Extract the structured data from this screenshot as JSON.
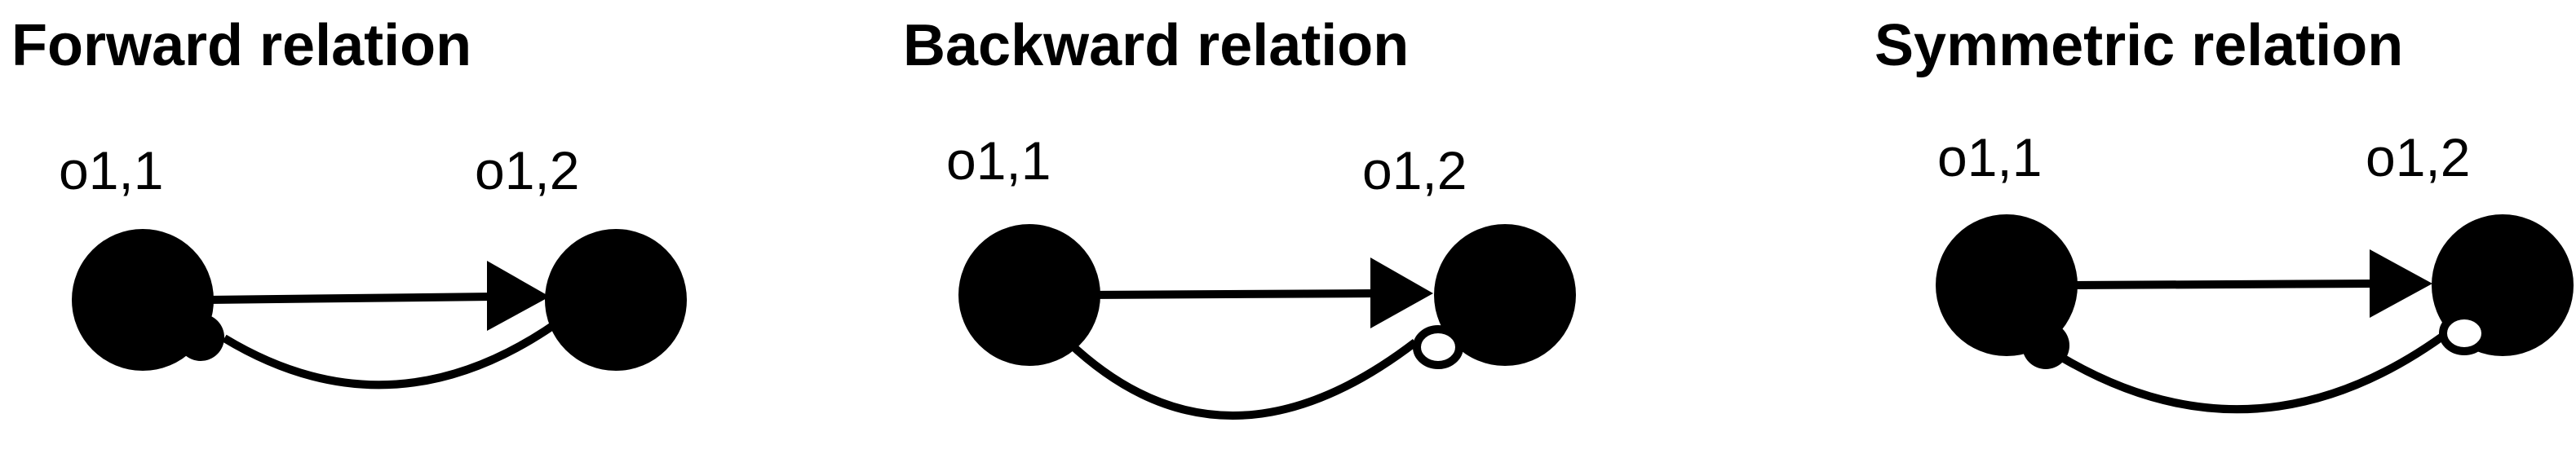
{
  "panels": [
    {
      "title": "Forward relation",
      "source_label": "o1,1",
      "target_label": "o1,2",
      "source_end_marker": "filled-circle",
      "target_end_marker": "none"
    },
    {
      "title": "Backward relation",
      "source_label": "o1,1",
      "target_label": "o1,2",
      "source_end_marker": "none",
      "target_end_marker": "open-circle"
    },
    {
      "title": "Symmetric relation",
      "source_label": "o1,1",
      "target_label": "o1,2",
      "source_end_marker": "filled-circle",
      "target_end_marker": "open-circle"
    }
  ],
  "colors": {
    "ink": "#000000",
    "background": "#ffffff"
  }
}
